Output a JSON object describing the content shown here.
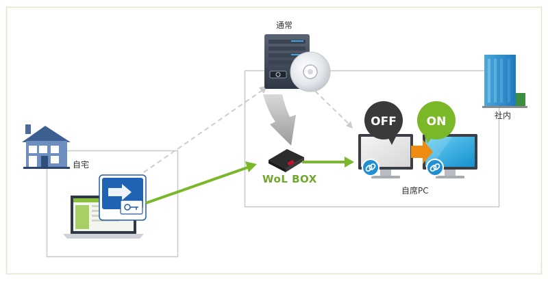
{
  "labels": {
    "normal": "通常",
    "office": "社内",
    "home": "自宅",
    "wol_box": "WoL BOX",
    "office_pc": "自席PC"
  },
  "bubbles": {
    "off": "OFF",
    "on": "ON"
  },
  "colors": {
    "frame": "#e6e3c8",
    "region_border": "#c8c8c8",
    "arrow_green": "#7ab829",
    "arrow_orange": "#ee8c12",
    "bubble_off": "#3a3a3a",
    "bubble_on": "#7ab829",
    "screen_on": "#1aa6dd",
    "link_badge": "#1f8fd6"
  },
  "icons": [
    "house-icon",
    "office-building-icon",
    "server-icon",
    "cd-disc-icon",
    "laptop-icon",
    "remote-app-icon",
    "wol-box-device-icon",
    "monitor-off-icon",
    "monitor-on-icon",
    "link-badge-icon"
  ]
}
